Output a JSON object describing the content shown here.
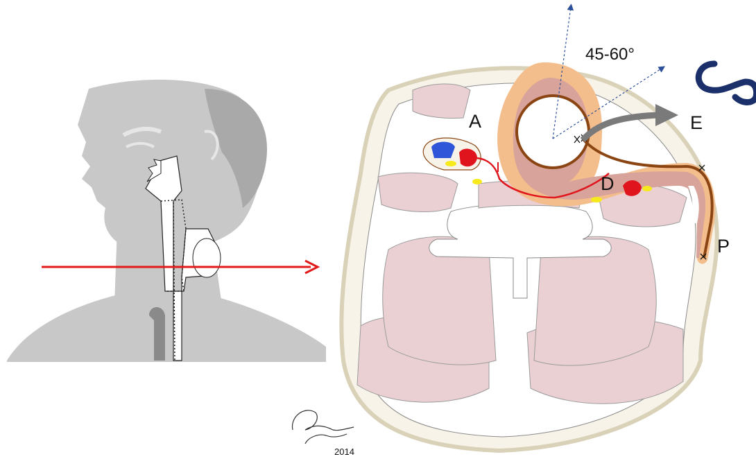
{
  "labels": {
    "angle": "45-60°",
    "a": "A",
    "e": "E",
    "d": "D",
    "p": "P",
    "year": "2014"
  },
  "colors": {
    "silhouette": "#c8c8c8",
    "silhouette_dark": "#a9a9a9",
    "section_line": "#e21a1a",
    "skin_outline": "#d9d2b8",
    "muscle": "#ebd0d3",
    "flap_outer": "#f3bd8c",
    "flap_inner": "#d8a39a",
    "flap_lumen": "#8b4513",
    "vein": "#2f56d8",
    "artery": "#e0141c",
    "nerve": "#f7ea1c",
    "arrow_gray": "#7a7a7a",
    "guide_blue": "#2c4f9a",
    "logo": "#1b2f6b"
  }
}
